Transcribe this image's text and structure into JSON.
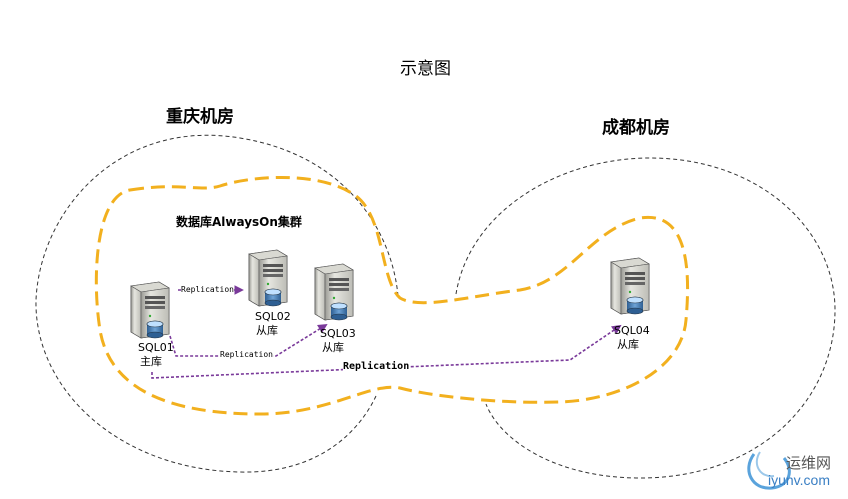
{
  "diagram": {
    "title": "示意图",
    "sites": {
      "chongqing": "重庆机房",
      "chengdu": "成都机房"
    },
    "cluster_label": "数据库AlwaysOn集群",
    "servers": [
      {
        "id": "sql01",
        "name": "SQL01",
        "role": "主库"
      },
      {
        "id": "sql02",
        "name": "SQL02",
        "role": "从库"
      },
      {
        "id": "sql03",
        "name": "SQL03",
        "role": "从库"
      },
      {
        "id": "sql04",
        "name": "SQL04",
        "role": "从库"
      }
    ],
    "links": [
      {
        "from": "SQL01",
        "to": "SQL02",
        "label": "Replication"
      },
      {
        "from": "SQL01",
        "to": "SQL03",
        "label": "Replication"
      },
      {
        "from": "SQL01",
        "to": "SQL04",
        "label": "Replication"
      }
    ],
    "colors": {
      "cluster_boundary": "#f2b01e",
      "site_boundary": "#333333",
      "replication_line": "#7a3a9a",
      "server_body": "#dcdcd6",
      "db_cylinder": "#4a7fb5"
    }
  },
  "watermark": {
    "cn": "运维网",
    "en": "iyunv.com",
    "color": "#3a7fc4"
  }
}
